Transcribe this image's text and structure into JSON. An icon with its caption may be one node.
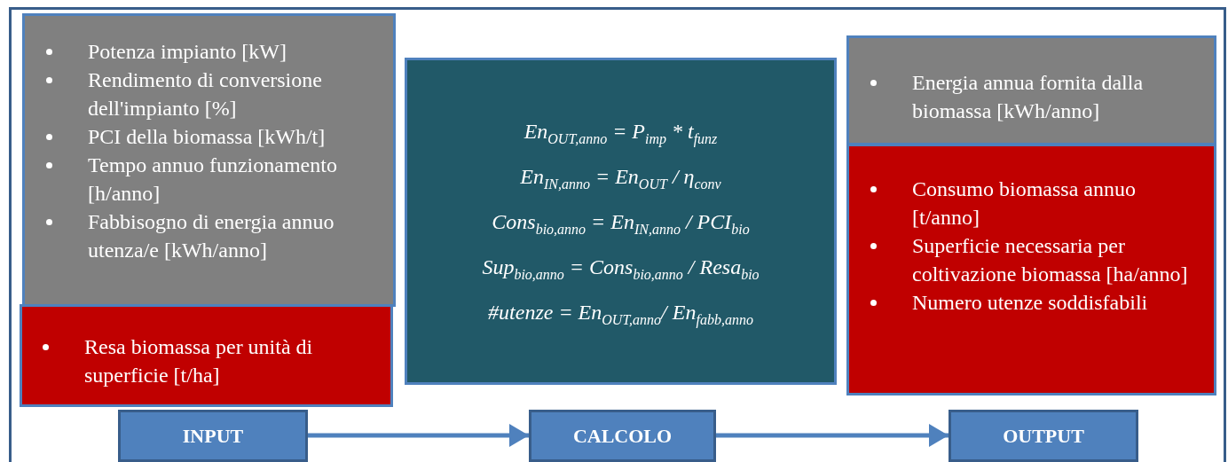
{
  "diagram": {
    "nodes": [
      {
        "text": [
          "Potenza impianto [kW]",
          "Rendimento di conversione dell'impianto [%]",
          "PCI della biomassa [kWh/t]",
          "Tempo annuo funzionamento [h/anno]",
          "Fabbisogno di energia annuo utenza/e [kWh/anno]"
        ]
      },
      {
        "text": [
          "Resa biomassa per unità di superficie [t/ha]"
        ]
      },
      {
        "text": [
          "En$_{OUT,anno}$ = P$_{imp}$ * t$_{funz}$",
          "En$_{IN,anno}$ = En$_{OUT}$ / η$_{conv}$",
          "Cons$_{bio,anno}$ = En$_{IN,anno}$ / PCI$_{bio}$",
          "Sup$_{bio,anno}$ = Cons$_{bio,anno}$ / Resa$_{bio}$",
          "#utenze = En$_{OUT,anno}$/ En$_{fabb,anno}$"
        ]
      },
      {
        "text": [
          "Energia annua fornita dalla biomassa [kWh/anno]"
        ]
      },
      {
        "text": [
          "Consumo biomassa annuo [t/anno]",
          "Superficie necessaria per coltivazione biomassa [ha/anno]",
          "Numero utenze soddisfabili"
        ]
      },
      {
        "text": [
          "INPUT"
        ]
      },
      {
        "text": [
          "CALCOLO"
        ]
      },
      {
        "text": [
          "OUTPUT"
        ]
      }
    ],
    "edges": [
      {
        "from": 5,
        "to": 6,
        "arrow": "to"
      },
      {
        "from": 6,
        "to": 7,
        "arrow": "to"
      }
    ]
  }
}
